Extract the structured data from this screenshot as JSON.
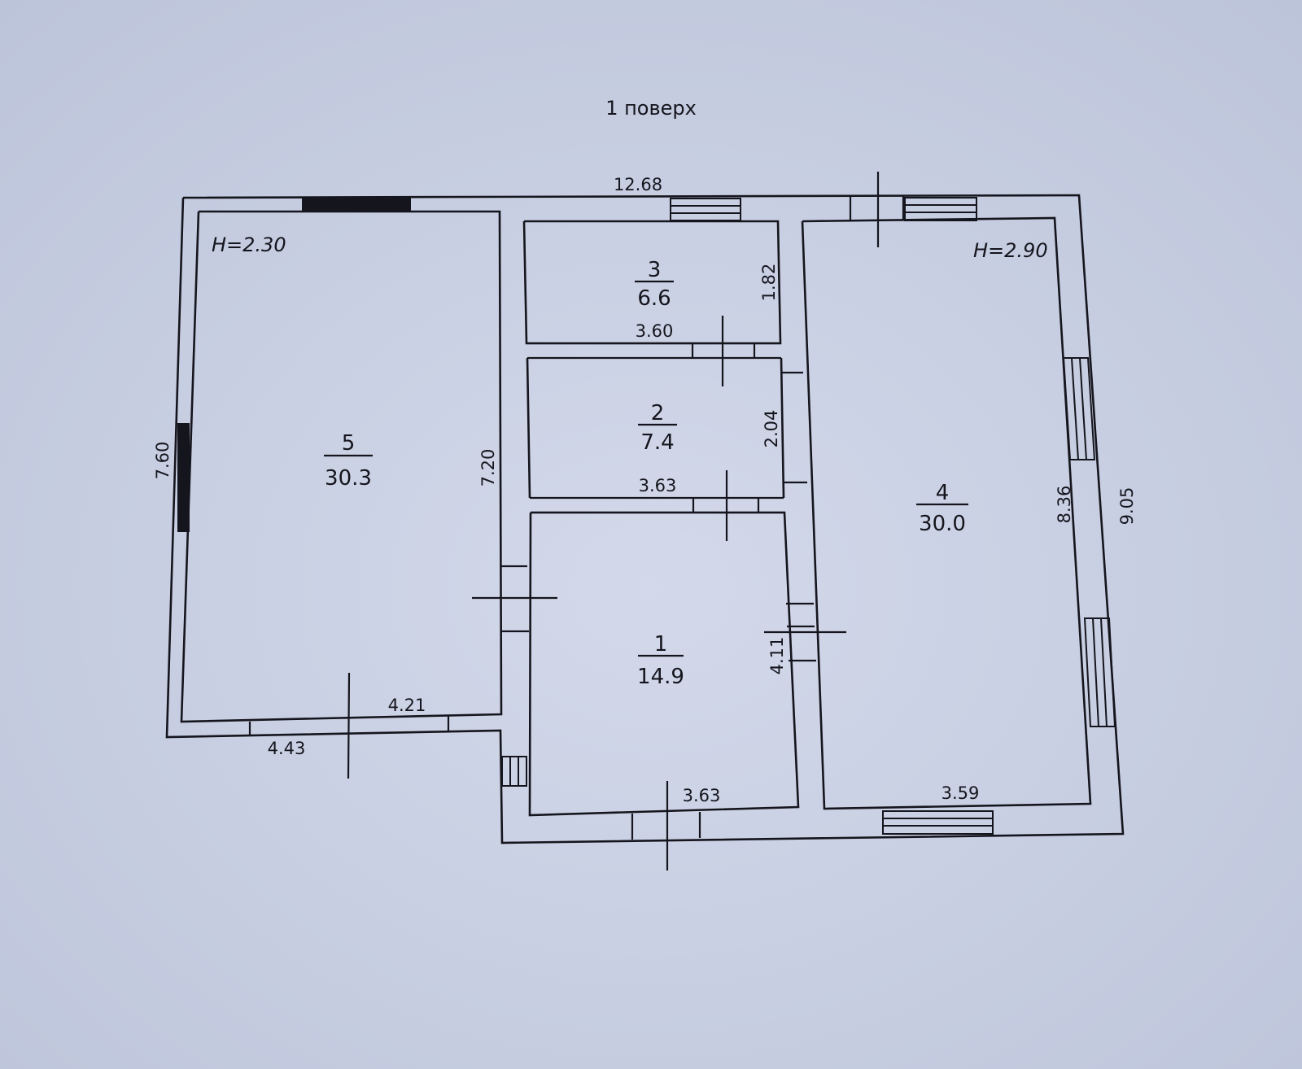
{
  "plan": {
    "title": "1 поверх",
    "rooms": [
      {
        "number": "1",
        "area": "14.9"
      },
      {
        "number": "2",
        "area": "7.4"
      },
      {
        "number": "3",
        "area": "6.6"
      },
      {
        "number": "4",
        "area": "30.0"
      },
      {
        "number": "5",
        "area": "30.3"
      }
    ],
    "ceiling_heights": {
      "left_wing": "H=2.30",
      "right_wing": "H=2.90"
    },
    "dimensions": {
      "top_total": "12.68",
      "room3_width": "3.60",
      "room3_height": "1.82",
      "room2_width": "3.63",
      "room2_height": "2.04",
      "room1_height": "4.11",
      "room1_width": "3.63",
      "room4_width": "3.59",
      "room4_height": "8.36",
      "right_total": "9.05",
      "left_outer": "7.60",
      "room5_height": "7.20",
      "room5_width": "4.21",
      "left_bottom": "4.43"
    }
  },
  "colors": {
    "paper": "#c9d0e2",
    "ink": "#15151d"
  }
}
